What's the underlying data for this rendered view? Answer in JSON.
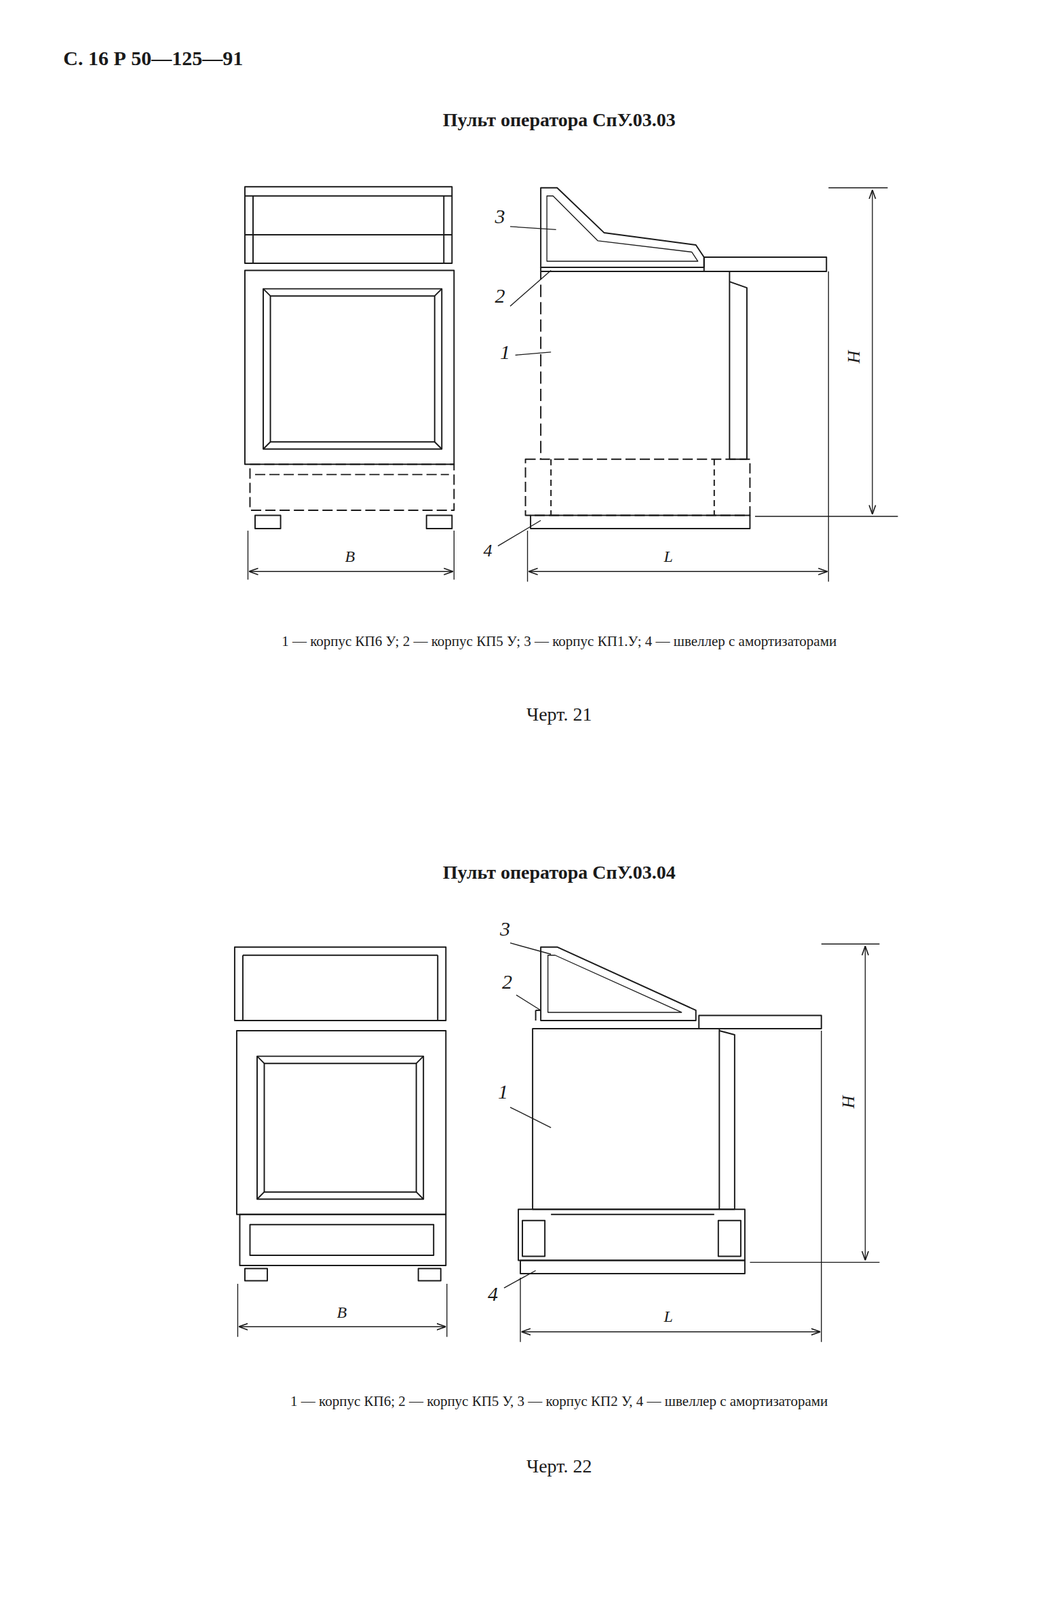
{
  "diagram": {
    "labels": [
      "С. 16 Р 50—125—91",
      "Пульт оператора СпУ.03.03",
      "3",
      "2",
      "1",
      "4",
      "H",
      "В",
      "L",
      "1 — корпус КП6 У; 2 — корпус КП5 У; 3 — корпус КП1.У; 4 — швеллер с амортизаторами",
      "Черт. 21",
      "Пульт оператора СпУ.03.04",
      "3",
      "2",
      "1",
      "4",
      "H",
      "В",
      "L",
      "1 — корпус КП6; 2 — корпус КП5 У, 3 — корпус КП2 У, 4 — швеллер с амортизаторами",
      "Черт. 22"
    ]
  }
}
